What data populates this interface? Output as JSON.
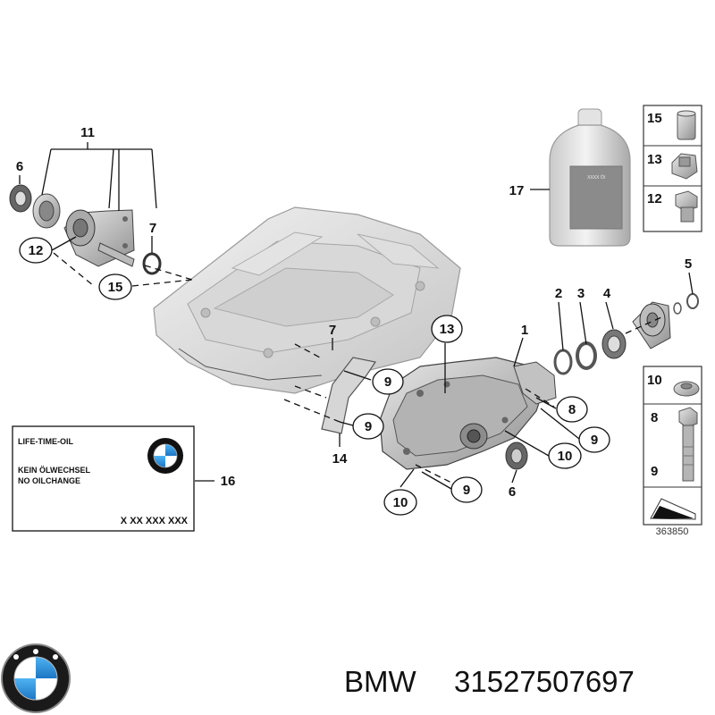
{
  "callouts": {
    "c11": "11",
    "c6_top": "6",
    "c12_circle": "12",
    "c15_circle": "15",
    "c7_top": "7",
    "c13_circle": "13",
    "c7_mid": "7",
    "c9_a": "9",
    "c9_b": "9",
    "c14": "14",
    "c1": "1",
    "c2": "2",
    "c3": "3",
    "c4": "4",
    "c5": "5",
    "c8_circle": "8",
    "c9_c": "9",
    "c10_a": "10",
    "c6_bottom": "6",
    "c10_b": "10",
    "c9_d": "9",
    "c16": "16",
    "c17": "17"
  },
  "sidebar_top": {
    "items": [
      "15",
      "13",
      "12"
    ]
  },
  "sidebar_bottom": {
    "items": [
      "10",
      "8",
      "9"
    ]
  },
  "oil_label": {
    "line1": "LIFE-TIME-OIL",
    "line2": "KEIN ÖLWECHSEL",
    "line3": "NO OILCHANGE",
    "code": "X XX XXX XXX"
  },
  "bottle_label": "XXXX Öl",
  "diagram_number": "363850",
  "footer": {
    "brand": "BMW",
    "part_number": "31527507697"
  },
  "colors": {
    "bmw_blue": "#2a8fd8",
    "part_gray": "#c9c9c9",
    "outline": "#111111"
  }
}
